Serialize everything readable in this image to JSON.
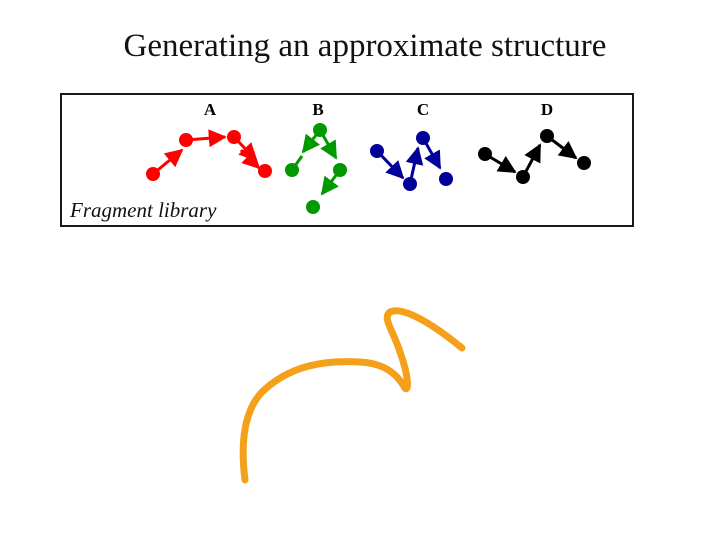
{
  "title": "Generating an approximate structure",
  "library": {
    "caption": "Fragment library",
    "fragments": [
      {
        "label": "A",
        "color": "#ff0000"
      },
      {
        "label": "B",
        "color": "#009900"
      },
      {
        "label": "C",
        "color": "#000099"
      },
      {
        "label": "D",
        "color": "#000000"
      }
    ]
  },
  "structure_color": "#f5a01a"
}
